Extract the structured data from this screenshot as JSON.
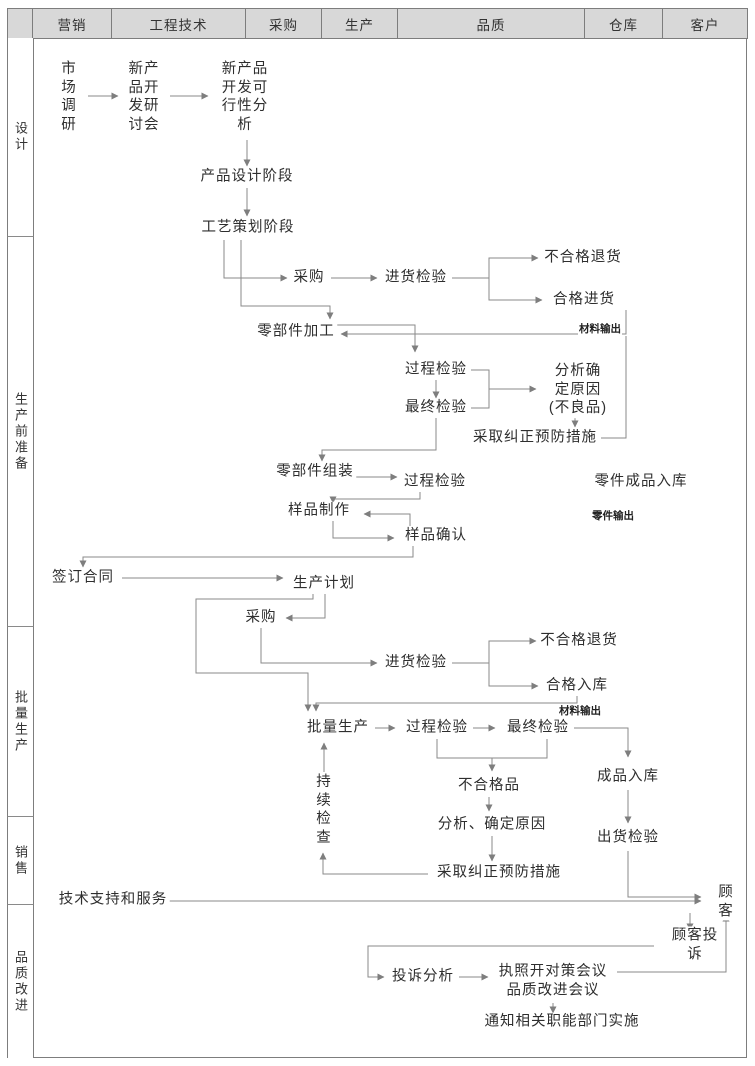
{
  "header": {
    "columns": [
      "",
      "营销",
      "工程技术",
      "采购",
      "生产",
      "品质",
      "仓库",
      "客户"
    ]
  },
  "lanes": [
    {
      "label": "设计"
    },
    {
      "label": "生产前准备"
    },
    {
      "label": "批量生产"
    },
    {
      "label": "销售"
    },
    {
      "label": "品质改进"
    }
  ],
  "nodes": {
    "market_research": "市\n场\n调\n研",
    "new_product_seminar": "新产\n品开\n发研\n讨会",
    "feasibility_analysis": "新产品\n开发可\n行性分\n析",
    "product_design_stage": "产品设计阶段",
    "process_planning_stage": "工艺策划阶段",
    "purchase_1": "采购",
    "incoming_inspection_1": "进货检验",
    "reject_return_1": "不合格退货",
    "qualified_incoming": "合格进货",
    "material_output_1": "材料输出",
    "parts_machining": "零部件加工",
    "process_inspection_1": "过程检验",
    "final_inspection_1": "最终检验",
    "analyze_cause_defective": "分析确\n定原因\n(不良品)",
    "corrective_action_1": "采取纠正预防措施",
    "parts_assembly": "零部件组装",
    "process_inspection_2": "过程检验",
    "parts_finished_storage": "零件成品入库",
    "parts_output": "零件输出",
    "sample_making": "样品制作",
    "sample_confirmation": "样品确认",
    "sign_contract": "签订合同",
    "production_plan": "生产计划",
    "purchase_2": "采购",
    "incoming_inspection_2": "进货检验",
    "reject_return_2": "不合格退货",
    "qualified_storage": "合格入库",
    "material_output_2": "材料输出",
    "mass_production": "批量生产",
    "process_inspection_3": "过程检验",
    "final_inspection_3": "最终检验",
    "continuous_check": "持\n续\n检\n查",
    "defective_product": "不合格品",
    "analyze_determine_cause": "分析、确定原因",
    "corrective_action_2": "采取纠正预防措施",
    "finished_goods_storage": "成品入库",
    "shipment_inspection": "出货检验",
    "tech_support_service": "技术支持和服务",
    "customer": "顾客",
    "customer_complaint": "顾客投诉",
    "complaint_analysis": "投诉分析",
    "countermeasure_meeting": "执照开对策会议\n品质改进会议",
    "notify_departments": "通知相关职能部门实施"
  }
}
